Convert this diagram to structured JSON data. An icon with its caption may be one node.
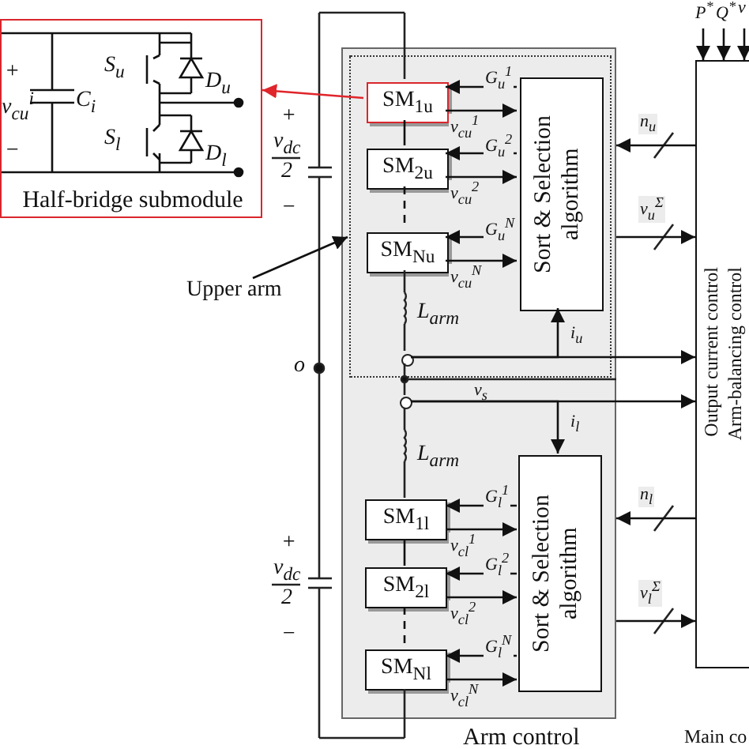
{
  "diagram": {
    "nodes": [
      {
        "text": [
          "Half-bridge submodule"
        ]
      },
      {
        "text": [
          "Arm control"
        ]
      },
      {
        "text": [],
        "shape": "box",
        "in": 1
      },
      {
        "text": [
          "SM$_{1u}$"
        ],
        "in": 2
      },
      {
        "text": [
          "SM$_{2u}$"
        ],
        "in": 2
      },
      {
        "text": [
          "SM$_{Nu}$"
        ],
        "in": 2
      },
      {
        "text": [
          "Sort & Selection algorithm"
        ],
        "in": 2
      },
      {
        "text": [
          "SM$_{1l}$"
        ],
        "in": 1
      },
      {
        "text": [
          "SM$_{2l}$"
        ],
        "in": 1
      },
      {
        "text": [
          "SM$_{Nl}$"
        ],
        "in": 1
      },
      {
        "text": [
          "Sort & Selection algorithm"
        ],
        "in": 1
      },
      {
        "text": [
          "Output current control",
          "Arm-balancing control",
          "Main co"
        ]
      },
      {
        "text": [
          "Upper arm"
        ]
      },
      {
        "text": [],
        "shape": "circle",
        "in": 2
      },
      {
        "text": [],
        "shape": "circle",
        "in": 1
      }
    ],
    "edges": [
      {
        "from": 3,
        "to": 0,
        "arrow": "to",
        "color": "#e0252b"
      },
      {
        "from": 12,
        "to": 2,
        "arrow": "to"
      },
      {
        "from": 6,
        "to": 3,
        "arrow": "to",
        "label": "G$_{u}$$^{1}$"
      },
      {
        "from": 3,
        "to": 6,
        "arrow": "to",
        "label": "v$_{cu}$$^{1}$"
      },
      {
        "from": 6,
        "to": 4,
        "arrow": "to",
        "label": "G$_{u}$$^{2}$"
      },
      {
        "from": 4,
        "to": 6,
        "arrow": "to",
        "label": "v$_{cu}$$^{2}$"
      },
      {
        "from": 6,
        "to": 5,
        "arrow": "to",
        "label": "G$_{u}$$^{N}$"
      },
      {
        "from": 5,
        "to": 6,
        "arrow": "to",
        "label": "v$_{cu}$$^{N}$"
      },
      {
        "from": 13,
        "to": 6,
        "arrow": "to",
        "label": "i$_{u}$"
      },
      {
        "from": 13,
        "to": 11,
        "arrow": "to"
      },
      {
        "from": 14,
        "to": 10,
        "arrow": "to",
        "label": "i$_{l}$"
      },
      {
        "from": 14,
        "to": 11,
        "arrow": "to"
      },
      {
        "from": 10,
        "to": 7,
        "arrow": "to",
        "label": "G$_{l}$$^{1}$"
      },
      {
        "from": 7,
        "to": 10,
        "arrow": "to",
        "label": "v$_{cl}$$^{1}$"
      },
      {
        "from": 10,
        "to": 8,
        "arrow": "to",
        "label": "G$_{l}$$^{2}$"
      },
      {
        "from": 8,
        "to": 10,
        "arrow": "to",
        "label": "v$_{cl}$$^{2}$"
      },
      {
        "from": 10,
        "to": 9,
        "arrow": "to",
        "label": "G$_{l}$$^{N}$"
      },
      {
        "from": 9,
        "to": 10,
        "arrow": "to",
        "label": "v$_{cl}$$^{N}$"
      },
      {
        "from": 11,
        "to": 1,
        "arrow": "to",
        "label": "n$_{u}$"
      },
      {
        "from": 1,
        "to": 11,
        "arrow": "to",
        "label": "v$_{u}$$^{Σ}$"
      },
      {
        "from": 11,
        "to": 1,
        "arrow": "to",
        "label": "n$_{l}$"
      },
      {
        "from": 1,
        "to": 11,
        "arrow": "to",
        "label": "v$_{l}$$^{Σ}$"
      },
      {
        "from": null,
        "to": 11,
        "arrow": "to",
        "label": "P$^{*}$"
      },
      {
        "from": null,
        "to": 11,
        "arrow": "to",
        "label": "Q$^{*}$"
      },
      {
        "from": null,
        "to": 11,
        "arrow": "to",
        "label": "v"
      },
      {
        "from": 3,
        "to": 4,
        "arrow": "none"
      },
      {
        "from": 4,
        "to": 5,
        "arrow": "none",
        "style": "dashed"
      },
      {
        "from": 7,
        "to": 8,
        "arrow": "none"
      },
      {
        "from": 8,
        "to": 9,
        "arrow": "none",
        "style": "dashed"
      }
    ],
    "labels": [
      "+",
      "v$_{cu}$$^{i}$",
      "−",
      "C$_{i}$",
      "S$_{u}$",
      "D$_{u}$",
      "S$_{l}$",
      "D$_{l}$",
      "+",
      "v$_{dc}$",
      "2",
      "−",
      "o",
      "L$_{arm}$",
      "v$_{s}$",
      "L$_{arm}$",
      "+",
      "v$_{dc}$",
      "2",
      "−"
    ]
  }
}
